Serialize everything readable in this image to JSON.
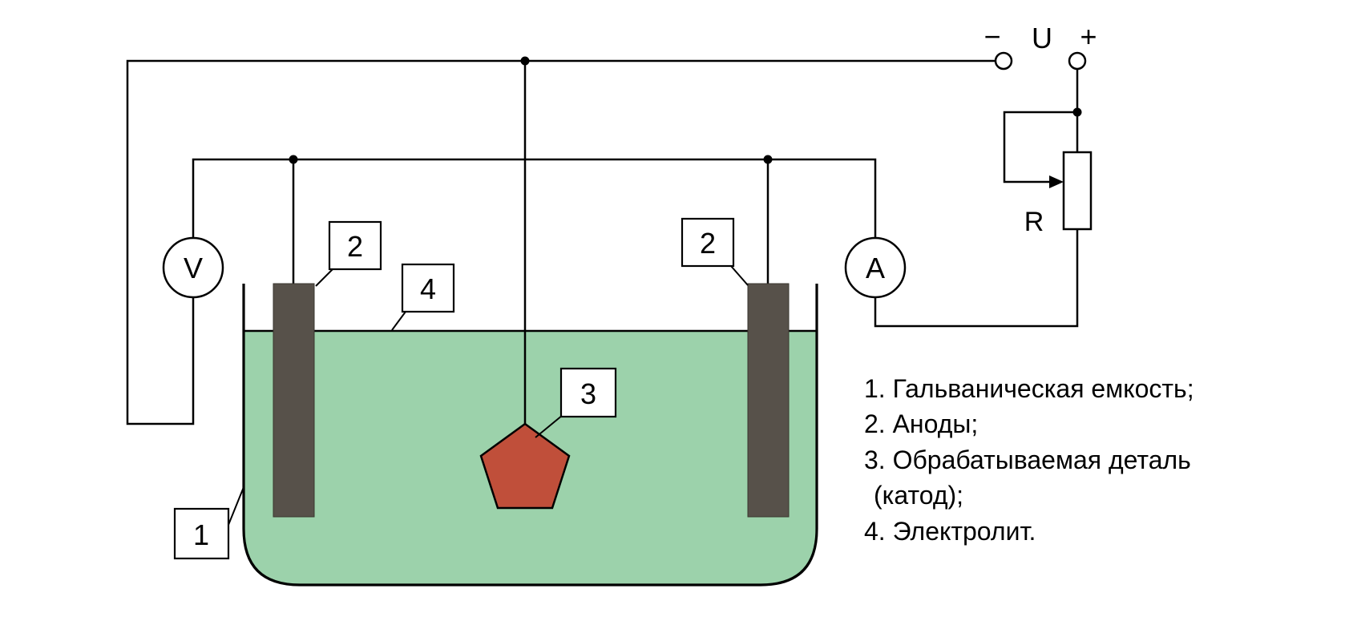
{
  "diagram": {
    "terminals": {
      "minus": "−",
      "label": "U",
      "plus": "+"
    },
    "meters": {
      "voltmeter": "V",
      "ammeter": "A"
    },
    "rheostat": {
      "label": "R"
    },
    "callouts": {
      "tank": "1",
      "anode_left": "2",
      "anode_right": "2",
      "part": "3",
      "electrolyte": "4"
    },
    "legend": {
      "lines": [
        "1. Гальваническая емкость;",
        "2. Аноды;",
        "3. Обрабатываемая деталь",
        "(катод);",
        "4. Электролит."
      ]
    },
    "colors": {
      "electrolyte": "#9cd2ab",
      "anode": "#57514a",
      "part": "#c04f3a",
      "wire": "#000000",
      "background": "#ffffff"
    }
  }
}
